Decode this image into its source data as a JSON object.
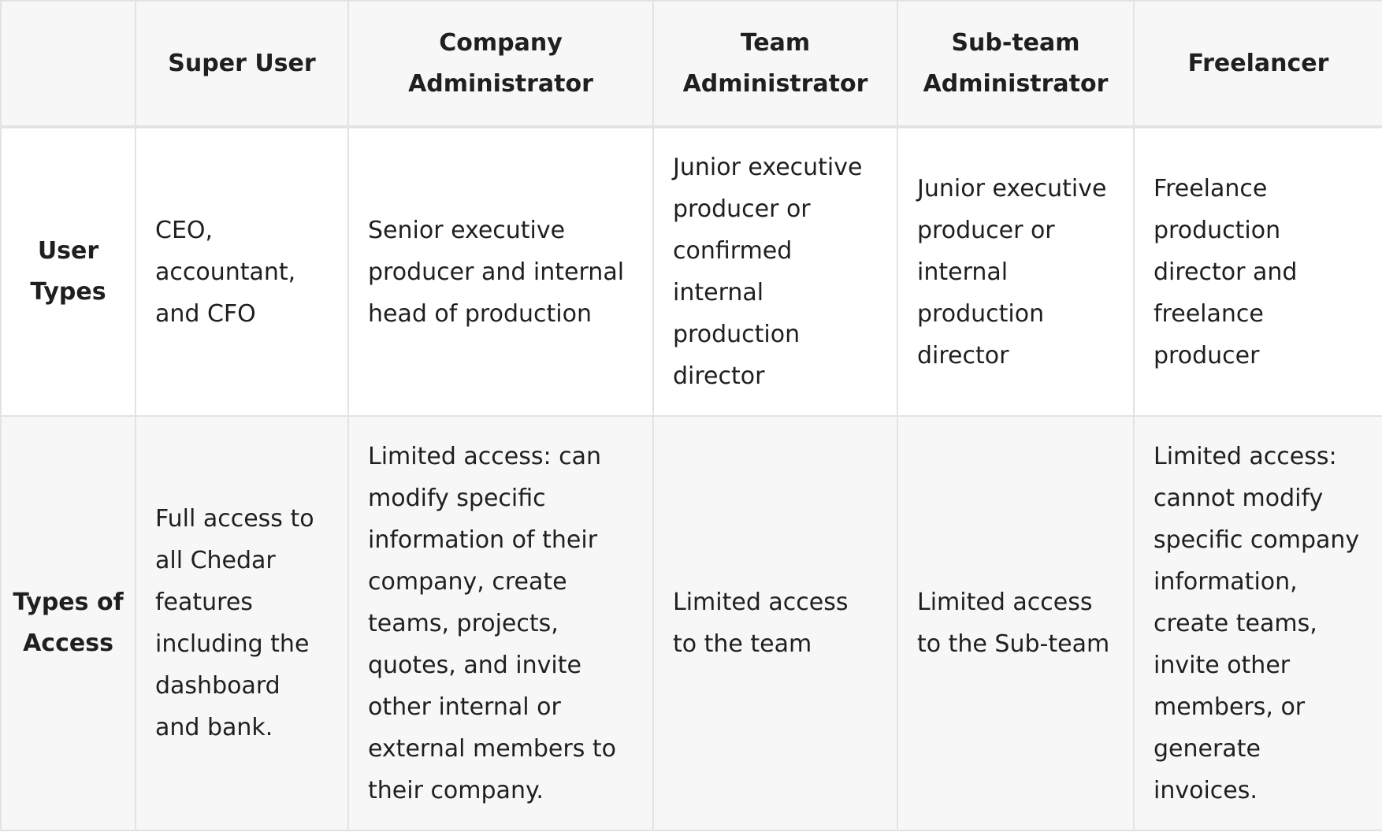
{
  "table": {
    "headers": [
      "",
      "Super User",
      "Company Administrator",
      "Team Administrator",
      "Sub-team Administrator",
      "Freelancer"
    ],
    "rows": [
      {
        "label": "User Types",
        "cells": [
          "CEO, accountant, and CFO",
          "Senior executive producer and internal head of production",
          "Junior executive producer or confirmed internal production director",
          "Junior executive producer or internal production director",
          "Freelance production director and freelance producer"
        ]
      },
      {
        "label": "Types of Access",
        "cells": [
          "Full access to all Chedar features including the dashboard and bank.",
          "Limited access: can modify specific information of their company, create teams, projects, quotes, and invite other internal or external members to their company.",
          "Limited access to the team",
          "Limited access to the Sub-team",
          "Limited access: cannot modify specific company information, create teams, invite other members, or generate invoices."
        ]
      }
    ]
  }
}
